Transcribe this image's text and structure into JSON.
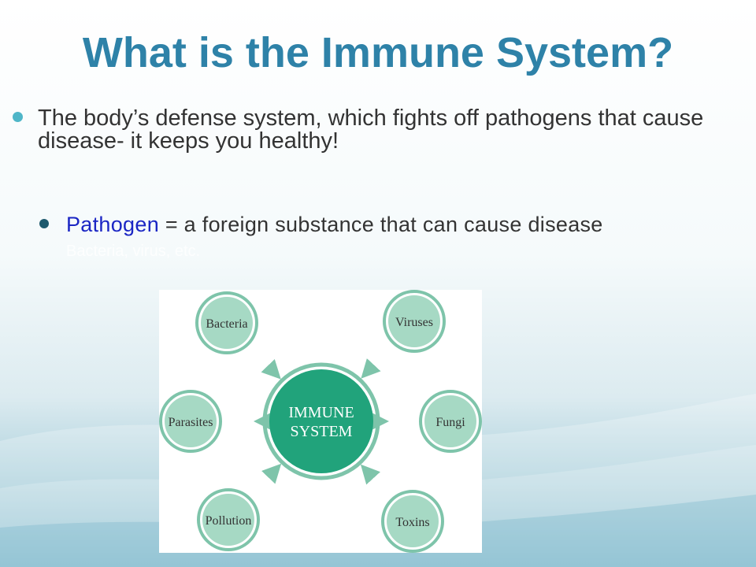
{
  "slide": {
    "title": "What is the Immune System?",
    "bullet1": "The body’s defense system, which fights off pathogens that cause disease- it keeps you healthy!",
    "bullet2_term": "Pathogen",
    "bullet2_rest": " = a foreign substance that can cause disease",
    "bullet2_faint": "Bacteria, virus, etc."
  },
  "diagram": {
    "center_line1": "IMMUNE",
    "center_line2": "SYSTEM",
    "nodes": [
      "Bacteria",
      "Viruses",
      "Parasites",
      "Fungi",
      "Pollution",
      "Toxins"
    ],
    "colors": {
      "center_fill": "#21a37b",
      "node_fill": "#a6d9c4",
      "ring": "#7ec4aa",
      "arrow": "#7ec4aa"
    }
  },
  "colors": {
    "title": "#2e82a8",
    "term": "#1b26c4",
    "text": "#333333"
  }
}
